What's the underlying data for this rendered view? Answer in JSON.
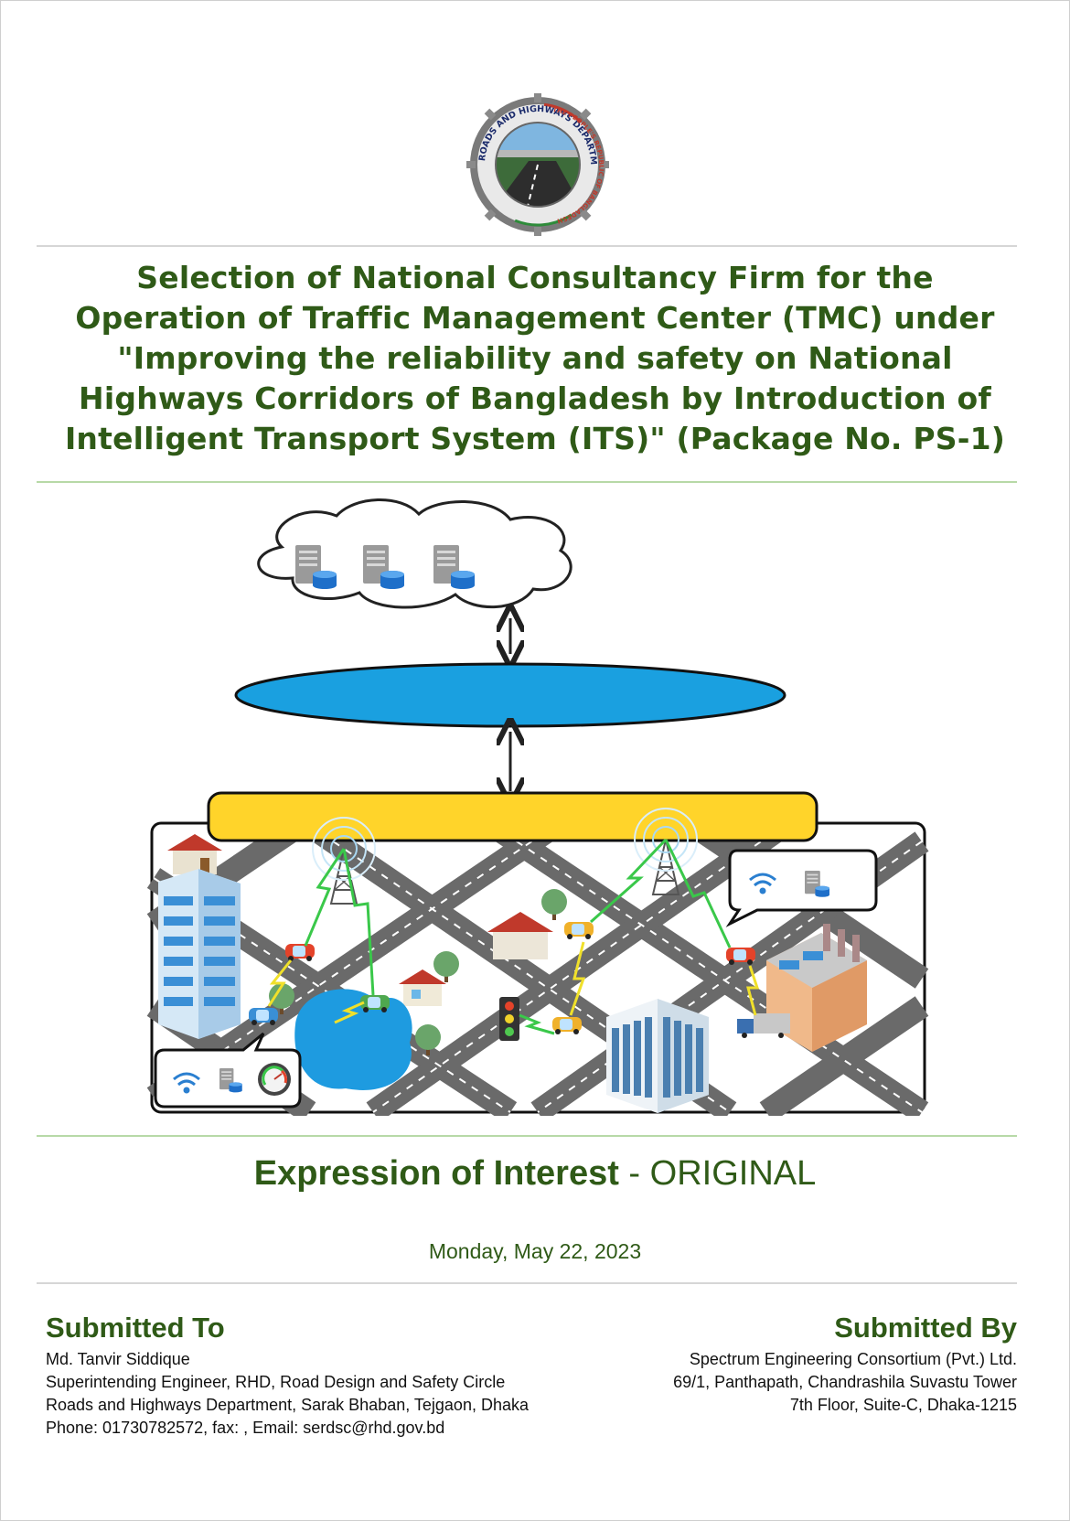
{
  "logo": {
    "text_top": "ROADS AND HIGHWAYS DEPARTMENT",
    "text_right": "THE PEOPLE'S REPUBLIC OF BANGLADESH"
  },
  "title_lines": [
    "Selection of National Consultancy Firm for the",
    "Operation of Traffic Management Center (TMC) under",
    "\"Improving the reliability and safety on National",
    "Highways Corridors of Bangladesh by Introduction of",
    "Intelligent Transport System (ITS)\" (Package No. PS-1)"
  ],
  "illustration": {
    "icons": [
      "cloud-icon",
      "server-icon",
      "network-ellipse",
      "control-bar",
      "house-icon",
      "office-building-icon",
      "cell-tower-icon",
      "car-icon",
      "traffic-light-icon",
      "lake",
      "tree-icon",
      "factory-icon",
      "truck-icon",
      "wifi-icon",
      "speedometer-icon",
      "lightning-icon"
    ],
    "colors": {
      "ellipse": "#1aa0e0",
      "bar": "#ffd42a",
      "road": "#6a6a6a",
      "lake": "#1e9be0"
    }
  },
  "eoi": {
    "bold": "Expression of Interest",
    "rest": " - ORIGINAL"
  },
  "date": "Monday, May 22, 2023",
  "submitted_to": {
    "heading": "Submitted To",
    "lines": [
      "Md. Tanvir Siddique",
      "Superintending Engineer, RHD, Road Design and Safety Circle",
      "Roads and Highways Department, Sarak Bhaban, Tejgaon, Dhaka",
      "Phone: 01730782572, fax: , Email: serdsc@rhd.gov.bd"
    ]
  },
  "submitted_by": {
    "heading": "Submitted By",
    "lines": [
      "Spectrum Engineering Consortium (Pvt.) Ltd.",
      "69/1, Panthapath, Chandrashila Suvastu Tower",
      "7th Floor, Suite-C, Dhaka-1215"
    ]
  },
  "theme": {
    "green": "#2f5a17",
    "rule_green": "#b7d9a7",
    "rule_grey": "#d6d6d6"
  }
}
